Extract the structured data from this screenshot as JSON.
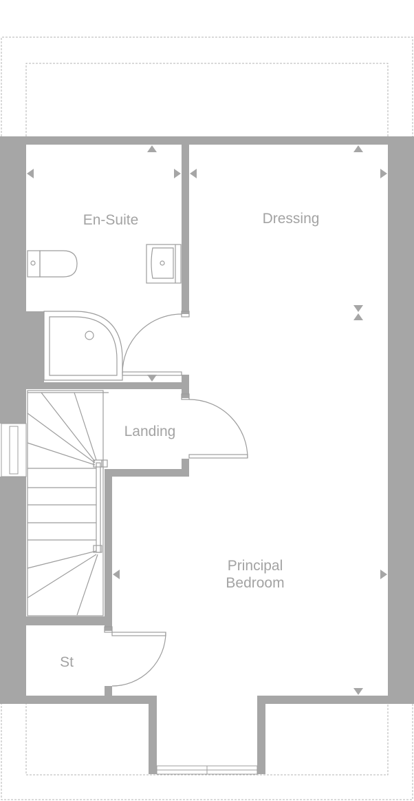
{
  "rooms": {
    "en_suite": "En-Suite",
    "dressing": "Dressing",
    "landing": "Landing",
    "principal_bedroom_line1": "Principal",
    "principal_bedroom_line2": "Bedroom",
    "store": "St"
  },
  "colors": {
    "wall": "#a6a6a6",
    "line": "#9c9c9c",
    "dashed": "#b3b3b3",
    "label": "#a3a3a3",
    "background": "#ffffff"
  }
}
